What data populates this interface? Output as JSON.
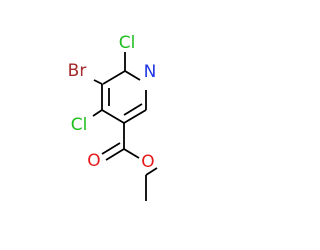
{
  "colors": {
    "background": "#ffffff",
    "bond": "#000000",
    "bromine": "#a52a2a",
    "chlorine": "#1fbf1f",
    "nitrogen": "#1f35e6",
    "oxygen": "#e61a1a"
  },
  "atoms": {
    "br": "Br",
    "cl_top": "Cl",
    "cl_left": "Cl",
    "n": "N",
    "o_carbonyl": "O",
    "o_ester": "O"
  }
}
